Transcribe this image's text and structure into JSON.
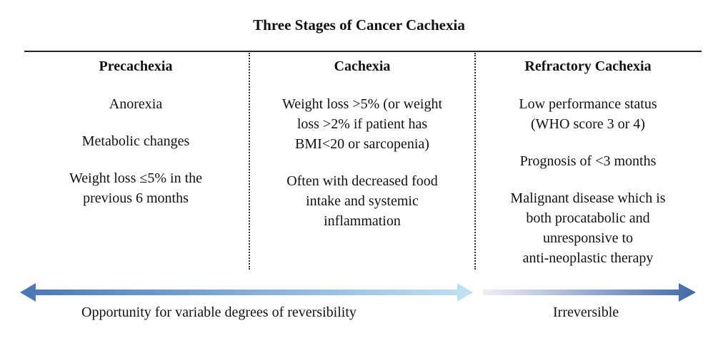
{
  "title": "Three Stages of Cancer Cachexia",
  "columns": [
    {
      "heading": "Precachexia",
      "items": [
        [
          "Anorexia"
        ],
        [
          "Metabolic changes"
        ],
        [
          "Weight loss ≤5% in the",
          "previous 6 months"
        ]
      ]
    },
    {
      "heading": "Cachexia",
      "items": [
        [
          "Weight loss >5% (or weight",
          "loss >2% if patient has",
          "BMI<20 or sarcopenia)"
        ],
        [
          "Often with decreased food",
          "intake and systemic",
          "inflammation"
        ]
      ]
    },
    {
      "heading": "Refractory Cachexia",
      "items": [
        [
          "Low performance status",
          "(WHO score 3 or 4)"
        ],
        [
          "Prognosis of <3 months"
        ],
        [
          "Malignant disease which is",
          "both procatabolic and",
          "unresponsive to",
          "anti-neoplastic therapy"
        ]
      ]
    }
  ],
  "bottom": {
    "left_label": "Opportunity for variable degrees of reversibility",
    "right_label": "Irreversible"
  },
  "colors": {
    "arrow_dark": "#4a76b8",
    "arrow_light": "#bfe3f5",
    "arrow_faint": "#f1eef8",
    "arrow_right_dark": "#3f6aa8"
  }
}
